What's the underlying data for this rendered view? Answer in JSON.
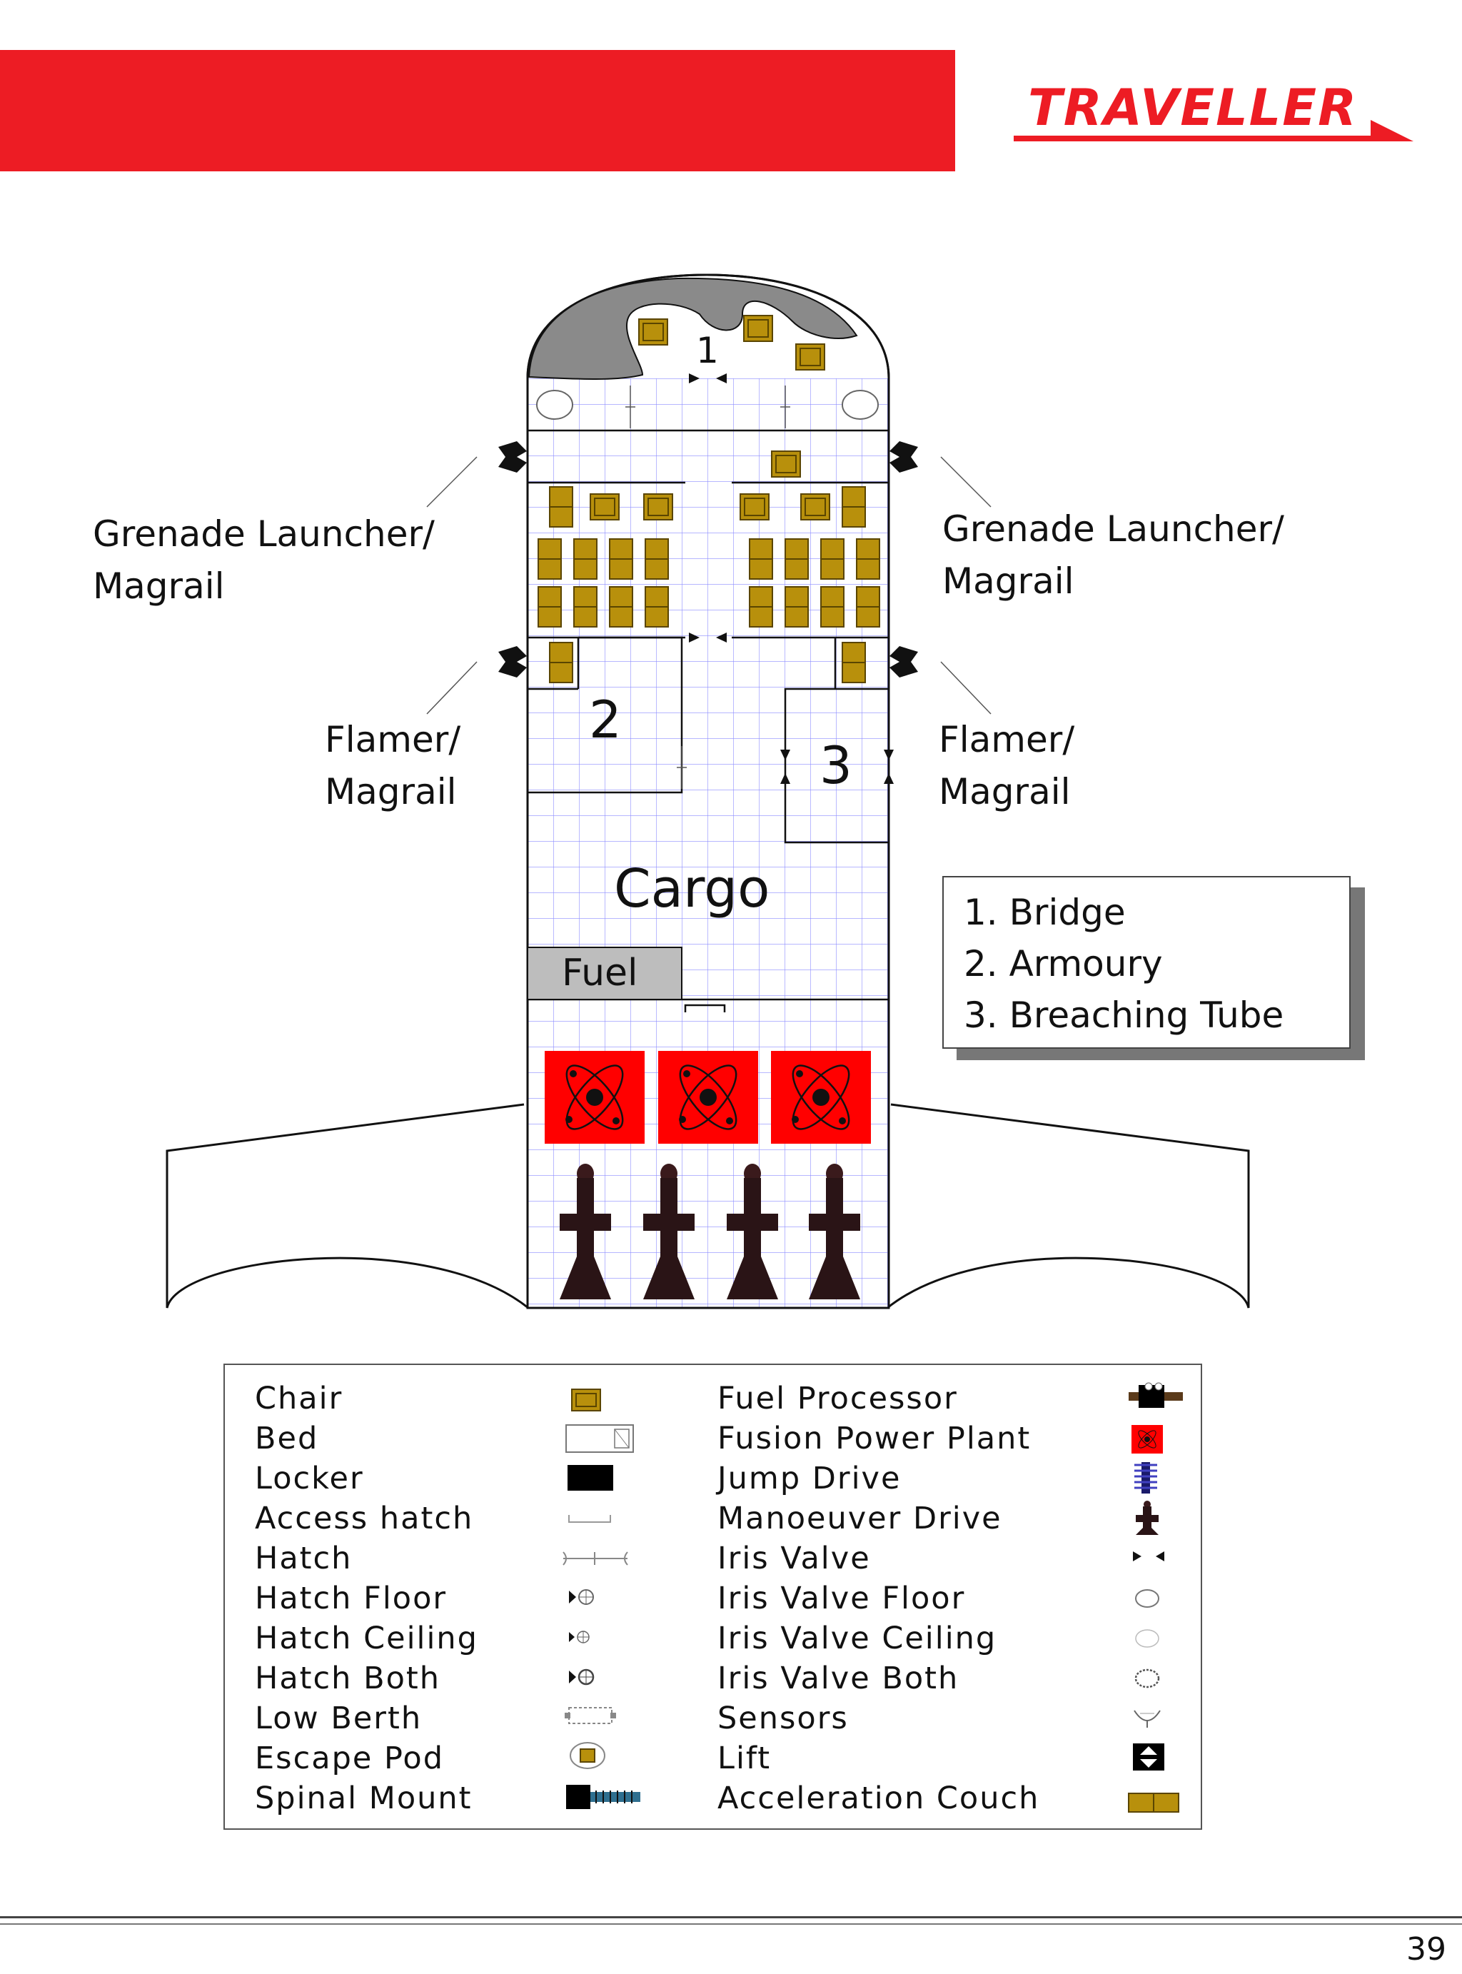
{
  "header": {
    "logo_text": "TRAVELLER"
  },
  "deck_plan": {
    "area_numbers": [
      "1",
      "2",
      "3"
    ],
    "cargo_label": "Cargo",
    "fuel_label": "Fuel",
    "weapons": [
      {
        "side": "left",
        "line1": "Grenade Launcher/",
        "line2": "Magrail"
      },
      {
        "side": "right",
        "line1": "Grenade Launcher/",
        "line2": "Magrail"
      },
      {
        "side": "left",
        "line1": "Flamer/",
        "line2": "Magrail"
      },
      {
        "side": "right",
        "line1": "Flamer/",
        "line2": "Magrail"
      }
    ]
  },
  "key": {
    "items": [
      "1. Bridge",
      "2. Armoury",
      "3. Breaching Tube"
    ]
  },
  "legend": {
    "left": [
      {
        "label": "Chair",
        "icon": "chair-icon"
      },
      {
        "label": "Bed",
        "icon": "bed-icon"
      },
      {
        "label": "Locker",
        "icon": "locker-icon"
      },
      {
        "label": "Access hatch",
        "icon": "access-hatch-icon"
      },
      {
        "label": "Hatch",
        "icon": "hatch-icon"
      },
      {
        "label": "Hatch Floor",
        "icon": "hatch-floor-icon"
      },
      {
        "label": "Hatch Ceiling",
        "icon": "hatch-ceiling-icon"
      },
      {
        "label": "Hatch Both",
        "icon": "hatch-both-icon"
      },
      {
        "label": "Low Berth",
        "icon": "low-berth-icon"
      },
      {
        "label": "Escape Pod",
        "icon": "escape-pod-icon"
      },
      {
        "label": "Spinal Mount",
        "icon": "spinal-mount-icon"
      }
    ],
    "right": [
      {
        "label": "Fuel Processor",
        "icon": "fuel-processor-icon"
      },
      {
        "label": "Fusion Power Plant",
        "icon": "fusion-power-plant-icon"
      },
      {
        "label": "Jump Drive",
        "icon": "jump-drive-icon"
      },
      {
        "label": "Manoeuver Drive",
        "icon": "manoeuver-drive-icon"
      },
      {
        "label": "Iris Valve",
        "icon": "iris-valve-icon"
      },
      {
        "label": "Iris Valve Floor",
        "icon": "iris-valve-floor-icon"
      },
      {
        "label": "Iris Valve Ceiling",
        "icon": "iris-valve-ceiling-icon"
      },
      {
        "label": "Iris Valve Both",
        "icon": "iris-valve-both-icon"
      },
      {
        "label": "Sensors",
        "icon": "sensors-icon"
      },
      {
        "label": "Lift",
        "icon": "lift-icon"
      },
      {
        "label": "Acceleration Couch",
        "icon": "acceleration-couch-icon"
      }
    ]
  },
  "footer": {
    "page_number": "39"
  },
  "colors": {
    "brand_red": "#ed1c24",
    "chair_gold": "#b8900c",
    "grid_blue": "#8c8cff",
    "drive_dark": "#2a1416",
    "fuel_gray": "#bdbdbd"
  }
}
